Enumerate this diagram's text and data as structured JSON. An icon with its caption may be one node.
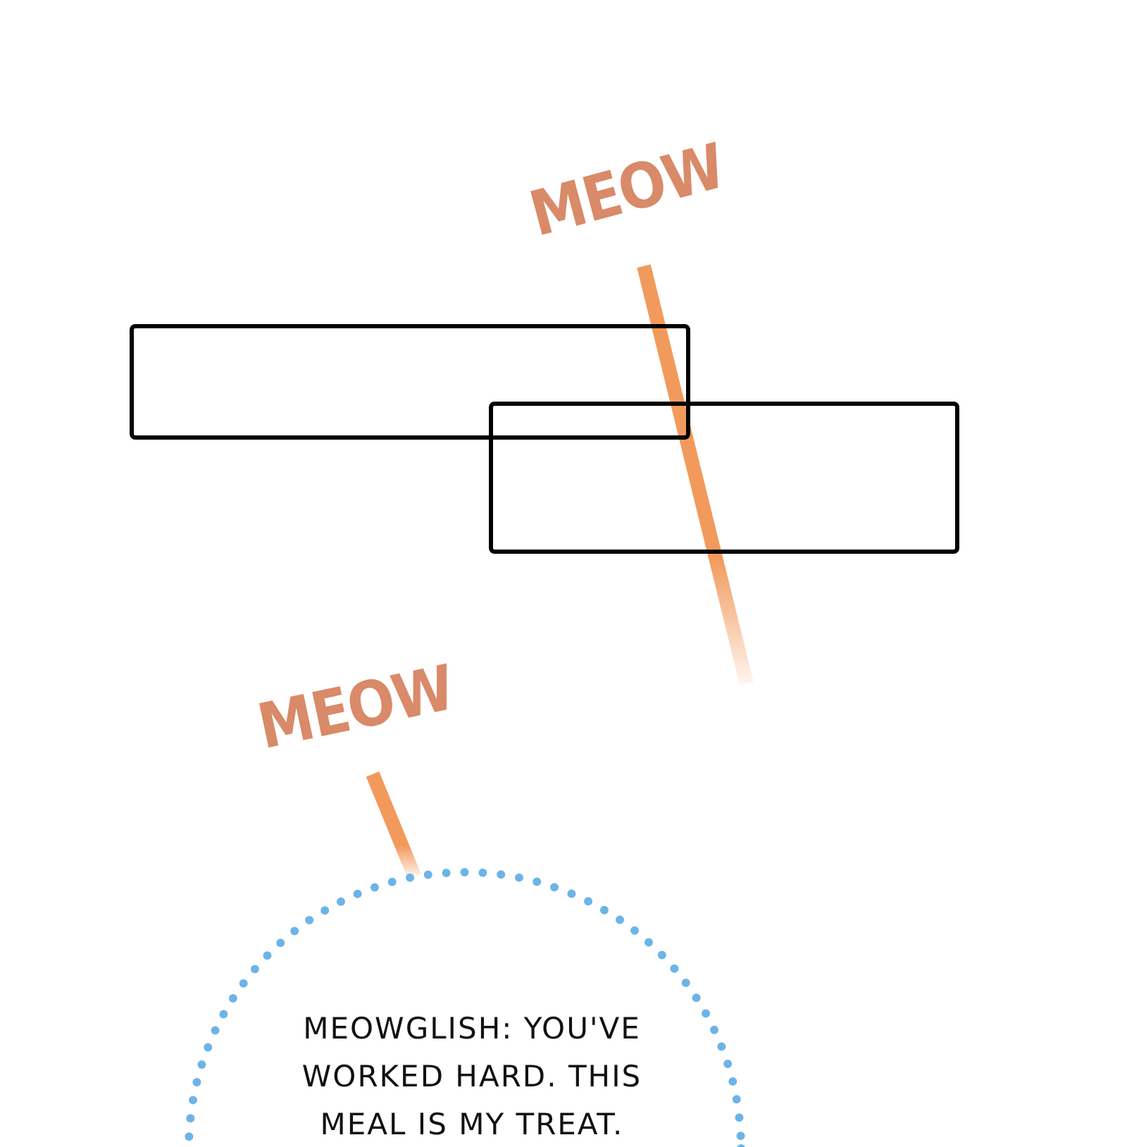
{
  "diagram": {
    "nodes": [
      {
        "text": [],
        "shape": "box"
      },
      {
        "text": [],
        "shape": "box"
      },
      {
        "text": [
          "MEOW"
        ]
      },
      {
        "text": [
          "MEOW"
        ]
      },
      {
        "text": [
          "MEOWGLISH: YOU'VE WORKED HARD. THIS MEAL IS MY TREAT."
        ]
      }
    ],
    "edges": [
      {
        "from": 2,
        "to": null,
        "arrow": "none"
      },
      {
        "from": 3,
        "to": 4,
        "arrow": "none"
      }
    ]
  }
}
